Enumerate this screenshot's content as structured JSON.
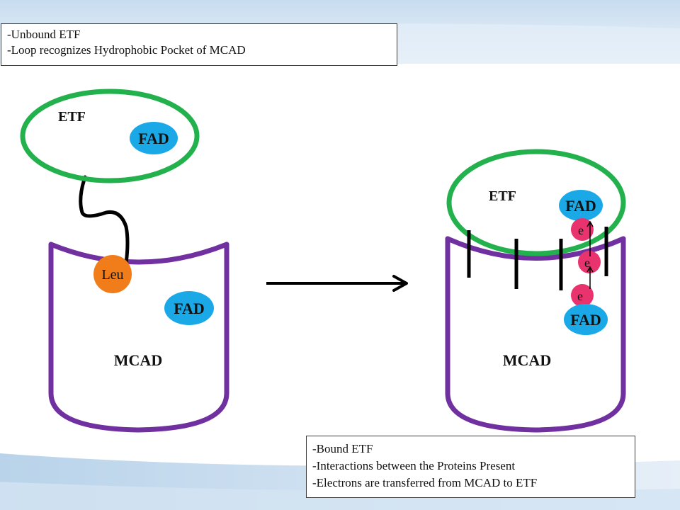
{
  "notes": {
    "top": [
      "-Unbound ETF",
      "-Loop recognizes Hydrophobic Pocket of MCAD"
    ],
    "bottom": [
      "-Bound ETF",
      "-Interactions between the Proteins Present",
      "-Electrons are transferred from MCAD to ETF"
    ]
  },
  "left_panel": {
    "etf_label": "ETF",
    "etf_fad": "FAD",
    "residue": "Leu",
    "mcad_fad": "FAD",
    "mcad_label": "MCAD"
  },
  "right_panel": {
    "etf_label": "ETF",
    "etf_fad": "FAD",
    "electrons": [
      "e",
      "e",
      "e"
    ],
    "mcad_fad": "FAD",
    "mcad_label": "MCAD"
  },
  "colors": {
    "etf_ring": "#22b14c",
    "mcad_cup": "#7030a0",
    "fad": "#1aa9e6",
    "leu": "#f07d1a",
    "electron": "#e8336f",
    "background_band": "#d9e7f3"
  }
}
